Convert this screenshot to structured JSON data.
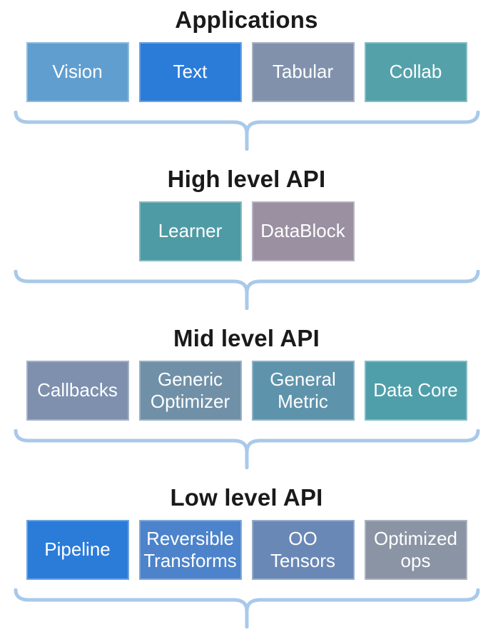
{
  "diagram": {
    "colors": {
      "brace": "#a9c9ea",
      "title_text": "#1a1a1a",
      "box_text": "#ffffff"
    },
    "sections": [
      {
        "title": "Applications",
        "boxes": [
          {
            "label": "Vision",
            "color": "#609ecf"
          },
          {
            "label": "Text",
            "color": "#2b7cd9"
          },
          {
            "label": "Tabular",
            "color": "#8191ac"
          },
          {
            "label": "Collab",
            "color": "#54a1aa"
          }
        ]
      },
      {
        "title": "High level API",
        "boxes": [
          {
            "label": "Learner",
            "color": "#4e9ba5"
          },
          {
            "label": "DataBlock",
            "color": "#9a90a1"
          }
        ]
      },
      {
        "title": "Mid level API",
        "boxes": [
          {
            "label": "Callbacks",
            "color": "#7e90ae"
          },
          {
            "label": "Generic Optimizer",
            "color": "#7090a8"
          },
          {
            "label": "General Metric",
            "color": "#5e93ac"
          },
          {
            "label": "Data Core",
            "color": "#4f9faa"
          }
        ]
      },
      {
        "title": "Low level API",
        "boxes": [
          {
            "label": "Pipeline",
            "color": "#2b7cd9"
          },
          {
            "label": "Reversible Transforms",
            "color": "#4c83cb"
          },
          {
            "label": "OO Tensors",
            "color": "#6a88b5"
          },
          {
            "label": "Optimized ops",
            "color": "#8a94a4"
          }
        ]
      }
    ]
  }
}
